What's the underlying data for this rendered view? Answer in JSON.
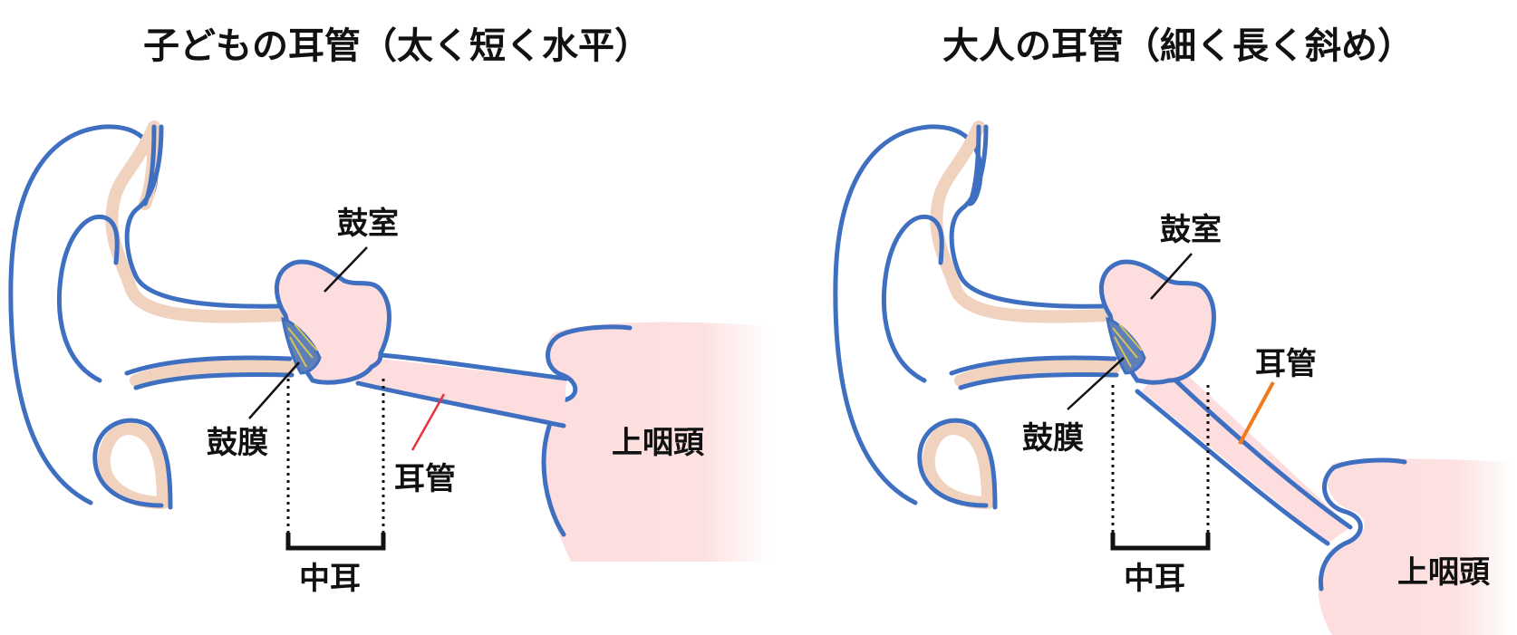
{
  "colors": {
    "outline": "#3f6fc0",
    "cartilage": "#f0d2bf",
    "tissue": "#fddddd",
    "eardrum": "#d7c25a",
    "leader": "#111111",
    "tube_marker_child": "#e8323c",
    "tube_marker_adult": "#f07a1e"
  },
  "panels": {
    "child": {
      "title": "子どもの耳管（太く短く水平）",
      "labels": {
        "tympanic_cavity": "鼓室",
        "eardrum": "鼓膜",
        "eustachian_tube": "耳管",
        "nasopharynx": "上咽頭",
        "middle_ear": "中耳"
      }
    },
    "adult": {
      "title": "大人の耳管（細く長く斜め）",
      "labels": {
        "tympanic_cavity": "鼓室",
        "eardrum": "鼓膜",
        "eustachian_tube": "耳管",
        "nasopharynx": "上咽頭",
        "middle_ear": "中耳"
      }
    }
  }
}
